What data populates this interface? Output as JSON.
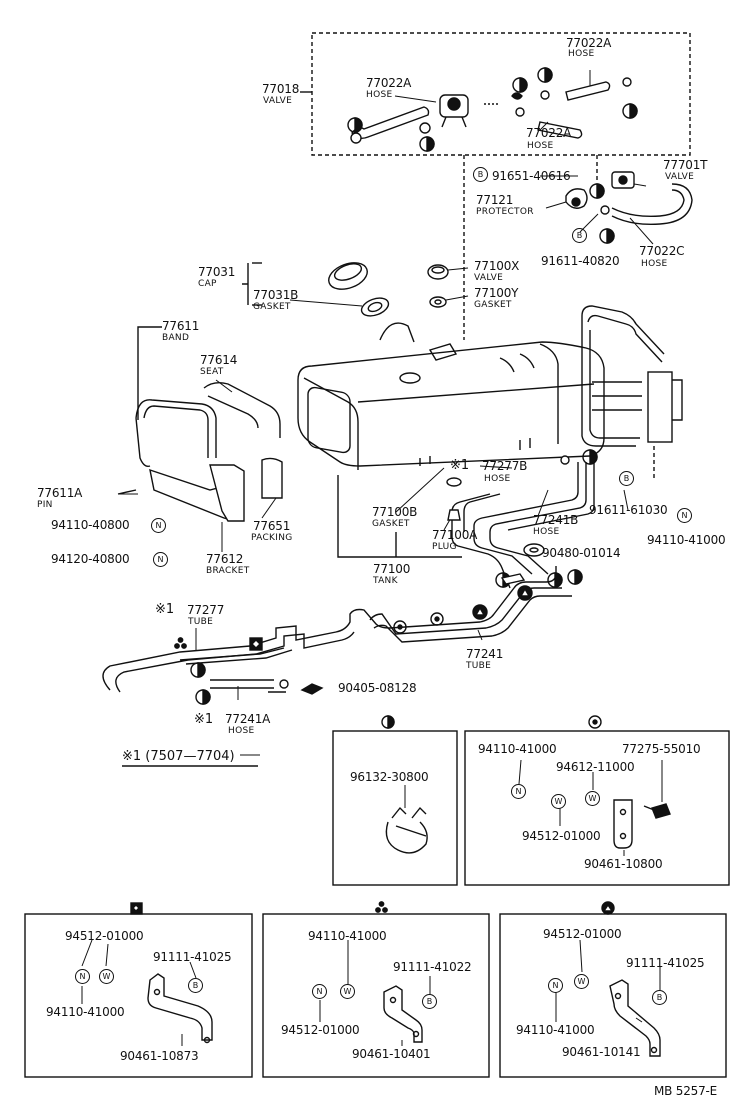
{
  "header_box": {
    "valve_num": "77018",
    "valve_txt": "VALVE",
    "hose_a1_num": "77022A",
    "hose_a1_txt": "HOSE",
    "hose_a2_num": "77022A",
    "hose_a2_txt": "HOSE",
    "hose_a3_num": "77022A",
    "hose_a3_txt": "HOSE"
  },
  "upper_right": {
    "bolt_b": "91651-40616",
    "valve_t_num": "77701T",
    "valve_t_txt": "VALVE",
    "protector_num": "77121",
    "protector_txt": "PROTECTOR",
    "bolt_b2": "91611-40820",
    "hose_c_num": "77022C",
    "hose_c_txt": "HOSE"
  },
  "cap_group": {
    "cap_num": "77031",
    "cap_txt": "CAP",
    "gasket_b_num": "77031B",
    "gasket_b_txt": "GASKET",
    "valve_x_num": "77100X",
    "valve_x_txt": "VALVE",
    "gasket_y_num": "77100Y",
    "gasket_y_txt": "GASKET"
  },
  "band_group": {
    "band_num": "77611",
    "band_txt": "BAND",
    "seat_num": "77614",
    "seat_txt": "SEAT",
    "pin_num": "77611A",
    "pin_txt": "PIN",
    "bolt1": "94110-40800",
    "bolt2": "94120-40800",
    "packing_num": "77651",
    "packing_txt": "PACKING",
    "bracket_num": "77612",
    "bracket_txt": "BRACKET"
  },
  "tank_group": {
    "star1": "※1",
    "hose_b_num": "77277B",
    "hose_b_txt": "HOSE",
    "gasket_num": "77100B",
    "gasket_txt": "GASKET",
    "hose_241b_num": "77241B",
    "hose_241b_txt": "HOSE",
    "plug_num": "77100A",
    "plug_txt": "PLUG",
    "tank_num": "77100",
    "tank_txt": "TANK",
    "grommet": "90480-01014",
    "bolt3": "91611-61030",
    "nut3": "94110-41000"
  },
  "tube_group": {
    "star_tube": "※1",
    "tube_num": "77277",
    "tube_txt": "TUBE",
    "tube2_num": "77241",
    "tube2_txt": "TUBE",
    "bolt4": "90405-08128",
    "star_hose": "※1",
    "hose_a_num": "77241A",
    "hose_a_txt": "HOSE",
    "note": "※1  (7507—7704)"
  },
  "detail_half_circle": {
    "part": "96132-30800"
  },
  "detail_gear": {
    "n1": "94110-41000",
    "bolt": "77275-55010",
    "w1": "94612-11000",
    "w2": "94512-01000",
    "bracket": "90461-10800"
  },
  "detail_diamond": {
    "w": "94512-01000",
    "b": "91111-41025",
    "n": "94110-41000",
    "bracket": "90461-10873"
  },
  "detail_dots": {
    "n": "94110-41000",
    "b": "91111-41022",
    "w": "94512-01000",
    "bracket": "90461-10401"
  },
  "detail_triangle": {
    "w": "94512-01000",
    "b": "91111-41025",
    "n": "94110-41000",
    "bracket": "90461-10141"
  },
  "markers": {
    "b": "B",
    "n": "N",
    "w": "W"
  },
  "footer": {
    "code": "MB  5257-E"
  }
}
